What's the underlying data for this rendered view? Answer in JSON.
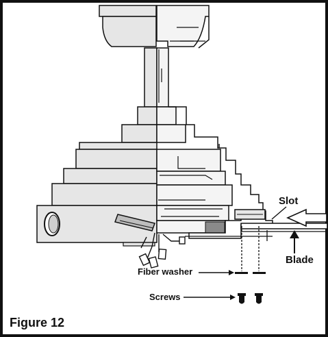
{
  "labels": {
    "slot": "Slot",
    "blade": "Blade",
    "fiber_washer": "Fiber washer",
    "screws": "Screws",
    "figure": "Figure 12"
  },
  "colors": {
    "ink": "#111111",
    "fill_dark": "#5a5a5a",
    "fill_mid": "#dcdcdc",
    "background": "#ffffff"
  }
}
